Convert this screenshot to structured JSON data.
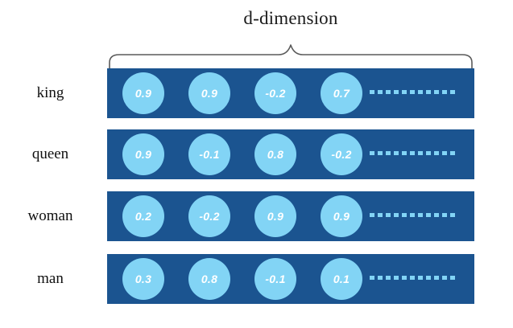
{
  "title": "d-dimension",
  "colors": {
    "bar": "#1b5490",
    "cell": "#82d4f5",
    "cell_text": "#ffffff",
    "label_text": "#111111",
    "background": "#ffffff",
    "brace": "#5a5a5a"
  },
  "brace": {
    "label": "d-dimension",
    "spans_columns": true
  },
  "ellipsis": {
    "dash_count": 11,
    "meaning": "remaining-dimensions"
  },
  "chart_data": {
    "type": "table",
    "title": "d-dimension",
    "xlabel": "d-dimension",
    "ylabel": "",
    "categories": [
      "king",
      "queen",
      "woman",
      "man"
    ],
    "series": [
      {
        "name": "king",
        "values": [
          0.9,
          0.9,
          -0.2,
          0.7
        ]
      },
      {
        "name": "queen",
        "values": [
          0.9,
          -0.1,
          0.8,
          -0.2
        ]
      },
      {
        "name": "woman",
        "values": [
          0.2,
          -0.2,
          0.9,
          0.9
        ]
      },
      {
        "name": "man",
        "values": [
          0.3,
          0.8,
          -0.1,
          0.1
        ]
      }
    ]
  },
  "rows": [
    {
      "label": "king",
      "cells": [
        "0.9",
        "0.9",
        "-0.2",
        "0.7"
      ]
    },
    {
      "label": "queen",
      "cells": [
        "0.9",
        "-0.1",
        "0.8",
        "-0.2"
      ]
    },
    {
      "label": "woman",
      "cells": [
        "0.2",
        "-0.2",
        "0.9",
        "0.9"
      ]
    },
    {
      "label": "man",
      "cells": [
        "0.3",
        "0.8",
        "-0.1",
        "0.1"
      ]
    }
  ]
}
